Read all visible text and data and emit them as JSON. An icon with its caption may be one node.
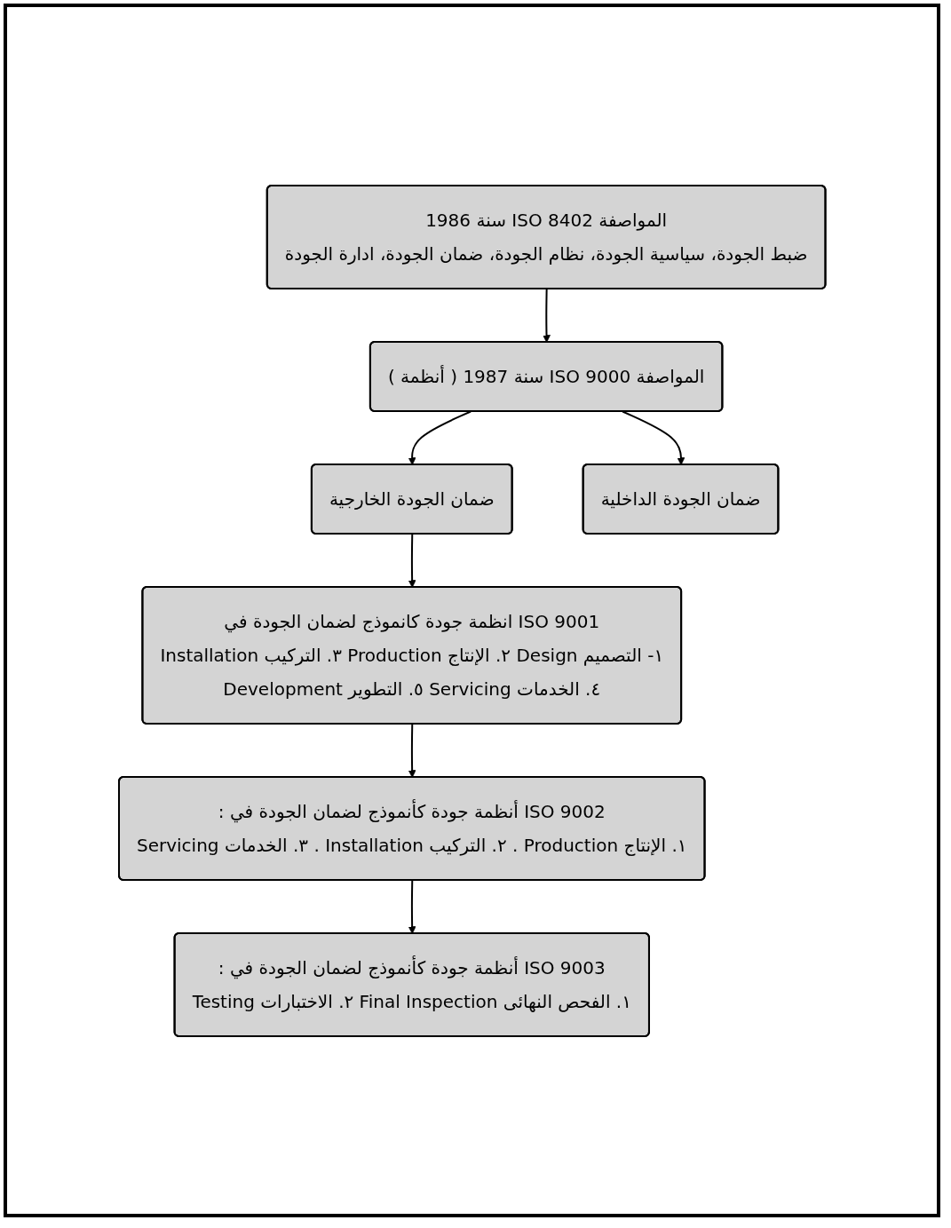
{
  "diagram": {
    "nodes": [
      {
        "text": [
          "المواصفة ISO 8402 سنة 1986",
          "ضبط الجودة، سياسية الجودة، نظام الجودة، ضمان الجودة، ادارة الجودة"
        ]
      },
      {
        "text": [
          "المواصفة ISO 9000 سنة 1987 ( أنظمة )"
        ]
      },
      {
        "text": [
          "ضمان الجودة الخارجية"
        ]
      },
      {
        "text": [
          "ضمان الجودة الداخلية"
        ]
      },
      {
        "text": [
          "ISO 9001 انظمة جودة كانموذج لضمان الجودة في",
          "١- التصميم Design ٢. الإنتاج Production ٣. التركيب Installation",
          "٤. الخدمات Servicing ٥. التطوير Development"
        ]
      },
      {
        "text": [
          "ISO 9002 أنظمة جودة كأنموذج لضمان الجودة في :",
          "١. الإنتاج Production . ٢. التركيب Installation . ٣. الخدمات Servicing"
        ]
      },
      {
        "text": [
          "ISO 9003 أنظمة جودة كأنموذج لضمان الجودة في :",
          "١. الفحص النهائى Final Inspection ٢. الاختبارات Testing"
        ]
      }
    ],
    "edges": [
      {
        "from": 0,
        "to": 1,
        "arrow": "to"
      },
      {
        "from": 1,
        "to": 2,
        "arrow": "to"
      },
      {
        "from": 1,
        "to": 3,
        "arrow": "to"
      },
      {
        "from": 2,
        "to": 4,
        "arrow": "to"
      },
      {
        "from": 4,
        "to": 5,
        "arrow": "to"
      },
      {
        "from": 5,
        "to": 6,
        "arrow": "to"
      }
    ]
  }
}
